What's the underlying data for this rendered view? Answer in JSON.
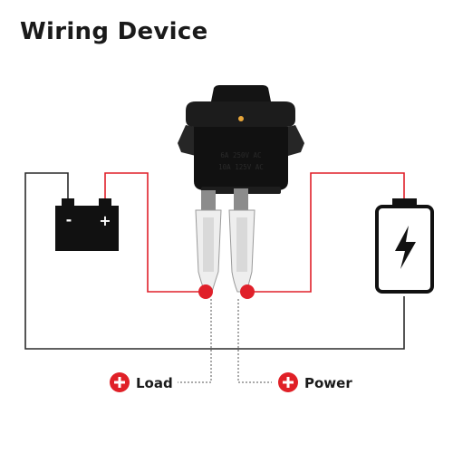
{
  "title": "Wiring Device",
  "switch": {
    "rating_line1": "6A 250V AC",
    "rating_line2": "10A 125V AC"
  },
  "battery": {
    "negative_sign": "-",
    "positive_sign": "+"
  },
  "labels": {
    "load": "Load",
    "power": "Power"
  },
  "colors": {
    "positive_wire": "#e0202a",
    "negative_wire": "#2b2b2b",
    "accent": "#e02027",
    "component": "#151515"
  },
  "icons": [
    "battery-icon",
    "power-cell-icon",
    "lightning-bolt-icon",
    "plus-circle-icon"
  ]
}
